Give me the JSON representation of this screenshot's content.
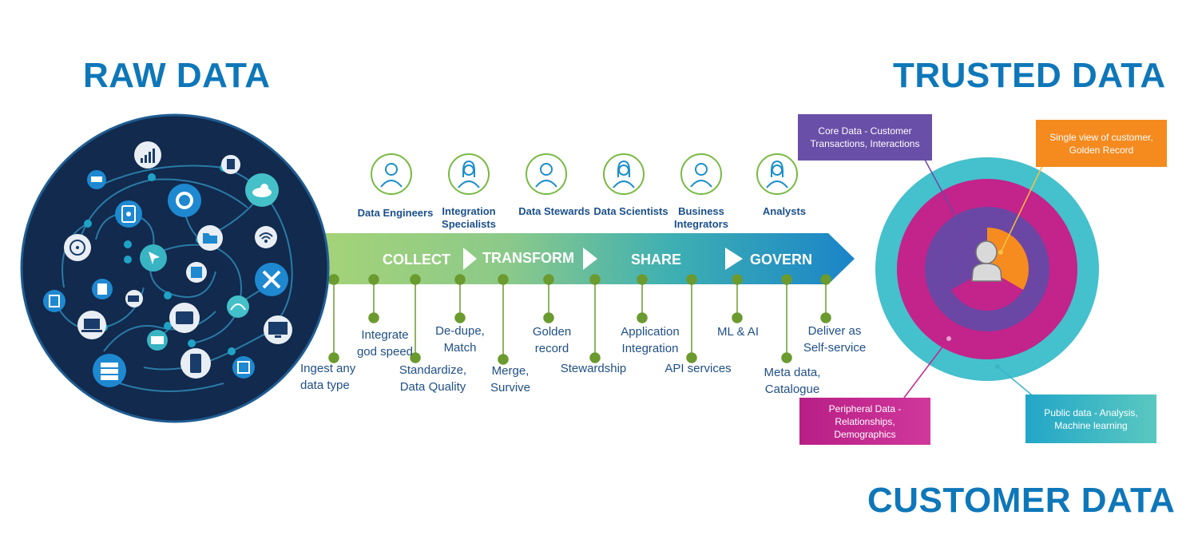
{
  "headings": {
    "raw": "RAW DATA",
    "trusted": "TRUSTED DATA",
    "customer": "CUSTOMER DATA"
  },
  "roles": [
    {
      "label": "Data Engineers"
    },
    {
      "label": "Integration Specialists"
    },
    {
      "label": "Data Stewards"
    },
    {
      "label": "Data Scientists"
    },
    {
      "label": "Business Integrators"
    },
    {
      "label": "Analysts"
    }
  ],
  "stages": [
    "COLLECT",
    "TRANSFORM",
    "SHARE",
    "GOVERN"
  ],
  "steps": [
    {
      "label": "Ingest any data type"
    },
    {
      "label": "Integrate god speed"
    },
    {
      "label": "Standardize, Data Quality"
    },
    {
      "label": "De-dupe, Match"
    },
    {
      "label": "Merge, Survive"
    },
    {
      "label": "Golden record"
    },
    {
      "label": "Stewardship"
    },
    {
      "label": "Application Integration"
    },
    {
      "label": "API services"
    },
    {
      "label": "ML & AI"
    },
    {
      "label": "Meta data, Catalogue"
    },
    {
      "label": "Deliver as Self-service"
    }
  ],
  "callouts": {
    "core": "Core Data - Customer Transactions, Interactions",
    "single_view": "Single view of customer, Golden Record",
    "peripheral": "Peripheral Data - Relationships, Demographics",
    "public": "Public data - Analysis, Machine learning"
  },
  "colors": {
    "heading": "#0e77b9",
    "arrow_start": "#9ccf6e",
    "arrow_end": "#1b86c8",
    "step_dot": "#6b9a2f",
    "raw_circle": "#112a4d",
    "ring_outer": "#45c0cd",
    "ring_magenta": "#c2248b",
    "ring_purple": "#6a47a4",
    "core_orange": "#f68b1f",
    "callout_purple": "#6a4fa8",
    "callout_orange": "#f58a1f",
    "callout_magenta": "#c8258e",
    "callout_teal": "#3bb5c6"
  },
  "icons": [
    "signal-bars-icon",
    "sd-card-icon",
    "hard-drive-icon",
    "gear-icon",
    "cloud-icon",
    "disc-icon",
    "folder-icon",
    "wifi-icon",
    "cursor-icon",
    "chip-icon",
    "tools-icon",
    "usb-icon",
    "battery-icon",
    "laptop-icon",
    "tablet-icon",
    "gauge-icon",
    "monitor-icon",
    "login-icon",
    "keyboard-icon",
    "server-icon",
    "phone-icon",
    "windows-icon",
    "user-icon"
  ]
}
